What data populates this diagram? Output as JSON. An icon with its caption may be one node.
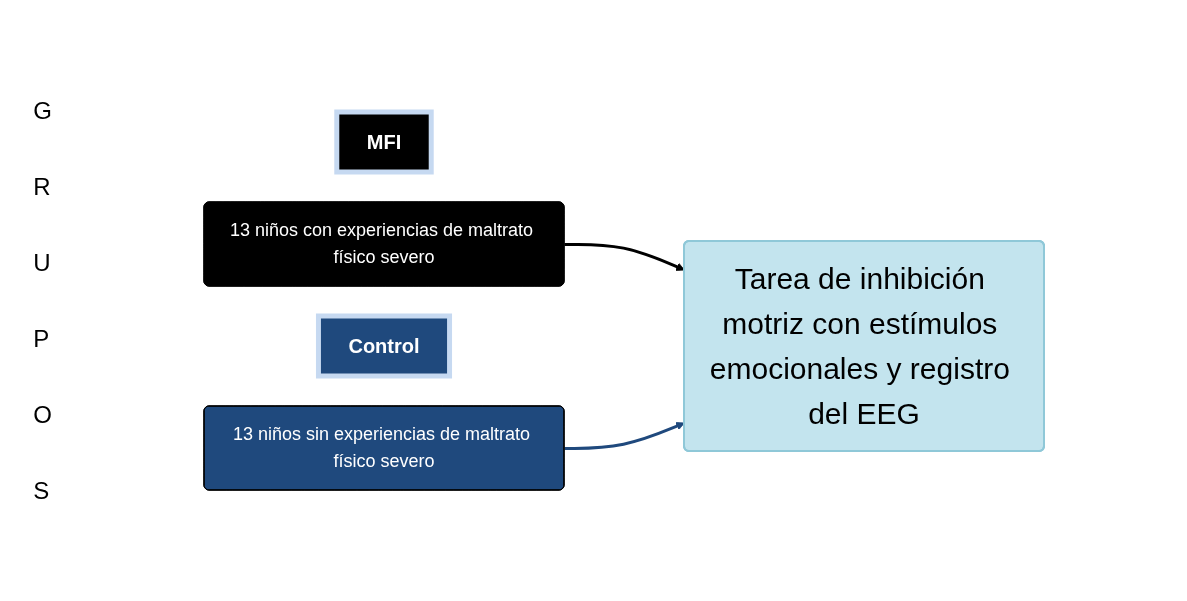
{
  "diagram": {
    "nodes": [
      {
        "text": [
          "MFI"
        ]
      },
      {
        "text": [
          "13 niños con experiencias de maltrato físico severo"
        ]
      },
      {
        "text": [
          "Control"
        ]
      },
      {
        "text": [
          "13 niños sin experiencias de maltrato físico severo"
        ]
      },
      {
        "text": [
          "Tarea de inhibición motriz con estímulos emocionales y registro del EEG"
        ]
      }
    ],
    "edges": [
      {
        "from": 1,
        "to": 4,
        "arrow": "to"
      },
      {
        "from": 3,
        "to": 4,
        "arrow": "to",
        "color": "#1f497d"
      }
    ],
    "labels": [
      "G R U P O S"
    ]
  }
}
